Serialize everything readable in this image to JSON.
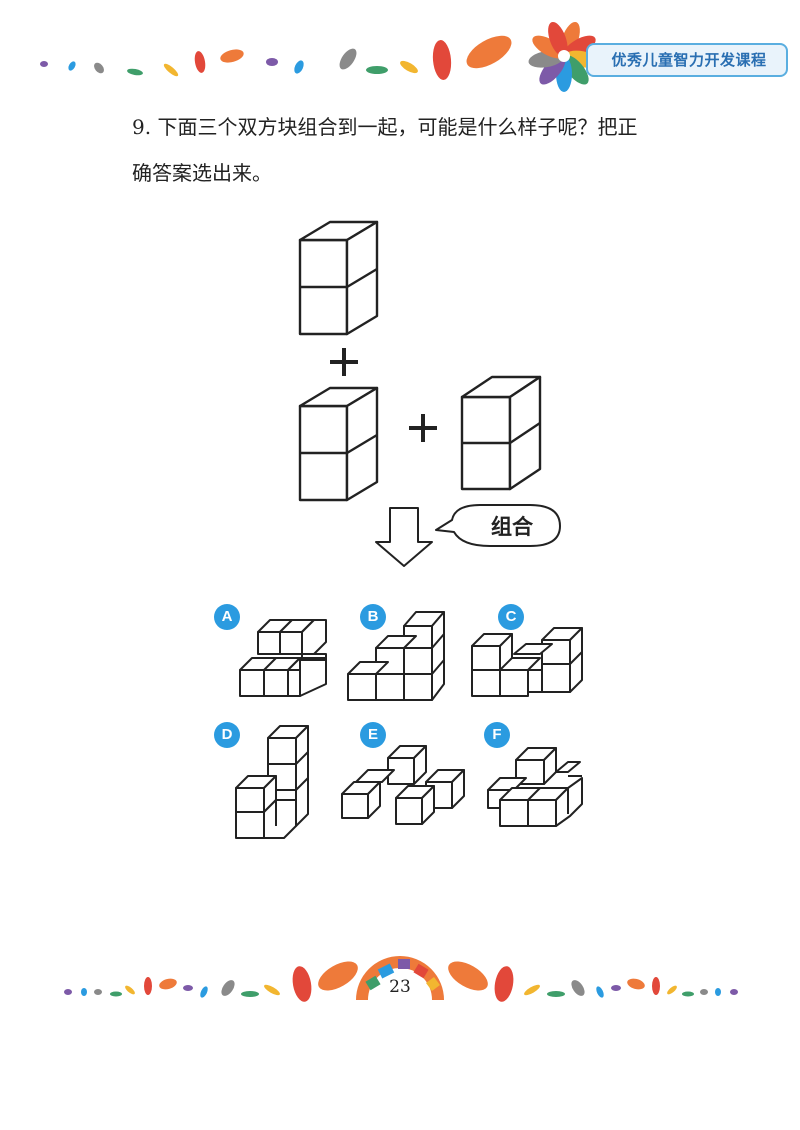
{
  "header": {
    "title": "优秀儿童智力开发课程"
  },
  "question": {
    "line1": "9. 下面三个双方块组合到一起，可能是什么样子呢？把正",
    "line2": "确答案选出来。"
  },
  "figure": {
    "plus_symbol": "+",
    "bubble_text": "组合"
  },
  "options": [
    {
      "label": "A"
    },
    {
      "label": "B"
    },
    {
      "label": "C"
    },
    {
      "label": "D"
    },
    {
      "label": "E"
    },
    {
      "label": "F"
    }
  ],
  "footer": {
    "page_number": "23"
  },
  "colors": {
    "orange": "#ee7a3a",
    "red": "#e2483a",
    "blue": "#2b9be0",
    "green": "#3f9e6a",
    "purple": "#7d5aa8",
    "gray": "#8a8a8a",
    "yellow": "#f2b630",
    "badge_blue": "#2b9be0"
  }
}
